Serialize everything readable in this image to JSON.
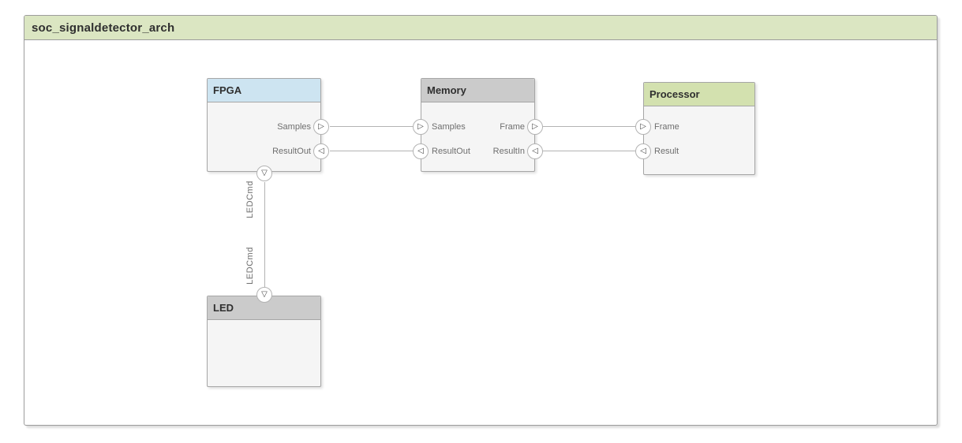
{
  "colors": {
    "frame_header_bg": "#dbe6c2",
    "fpga_header": "#cde4f1",
    "memory_header": "#cbcbcb",
    "processor_header": "#d3e1af",
    "led_header": "#cbcbcb",
    "block_body": "#f5f5f5",
    "block_border": "#a6a6a6",
    "line": "#b3b3b3",
    "port_label": "#6e6e6e",
    "title_text": "#2f2f2f"
  },
  "icons": {
    "tri_right": "▷",
    "tri_left": "◁",
    "tri_down": "▽"
  },
  "diagram": {
    "title": "soc_signaldetector_arch",
    "blocks": [
      {
        "title": "FPGA"
      },
      {
        "title": "Memory"
      },
      {
        "title": "Processor"
      },
      {
        "title": "LED"
      }
    ],
    "port_labels": {
      "fpga_samples": "Samples",
      "fpga_resultout": "ResultOut",
      "memory_samples": "Samples",
      "memory_resultout": "ResultOut",
      "memory_frame": "Frame",
      "memory_resultin": "ResultIn",
      "processor_frame": "Frame",
      "processor_result": "Result"
    },
    "connection_labels": {
      "ledcmd_upper": "LEDCmd",
      "ledcmd_lower": "LEDCmd"
    }
  }
}
